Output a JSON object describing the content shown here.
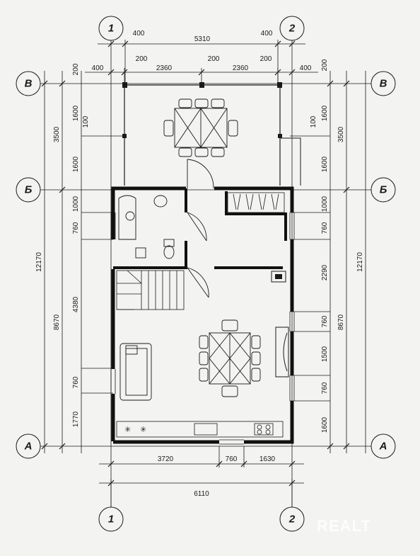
{
  "axes": {
    "col_1": "1",
    "col_2": "2",
    "row_V": "В",
    "row_B": "Б",
    "row_A": "А"
  },
  "dimensions": {
    "top_total": "5310",
    "top_left": "400",
    "top_right": "400",
    "top2_a": "400",
    "top2_b": "200",
    "top2_c": "2360",
    "top2_d": "200",
    "top2_e": "2360",
    "top2_f": "200",
    "top2_g": "400",
    "bottom_a": "3720",
    "bottom_b": "760",
    "bottom_c": "1630",
    "bottom_total": "6110",
    "left_outer": "12170",
    "left_3500": "3500",
    "left_8670": "8670",
    "left_200": "200",
    "left_1600a": "1600",
    "left_100": "100",
    "left_1600b": "1600",
    "left_1000": "1000",
    "left_760a": "760",
    "left_4380": "4380",
    "left_760b": "760",
    "left_1770": "1770",
    "right_outer": "12170",
    "right_3500": "3500",
    "right_8670": "8670",
    "right_200": "200",
    "right_1600a": "1600",
    "right_100": "100",
    "right_1600b": "1600",
    "right_1000": "1000",
    "right_760a": "760",
    "right_2290": "2290",
    "right_760b": "760",
    "right_1500": "1500",
    "right_760c": "760",
    "right_1600c": "1600"
  },
  "watermark": "REALT"
}
